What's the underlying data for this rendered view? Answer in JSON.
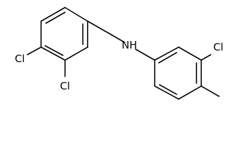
{
  "molecule": {
    "atoms": {
      "cl_left": "Cl",
      "cl_mid": "Cl",
      "nh": "NH",
      "cl_right": "Cl"
    }
  }
}
